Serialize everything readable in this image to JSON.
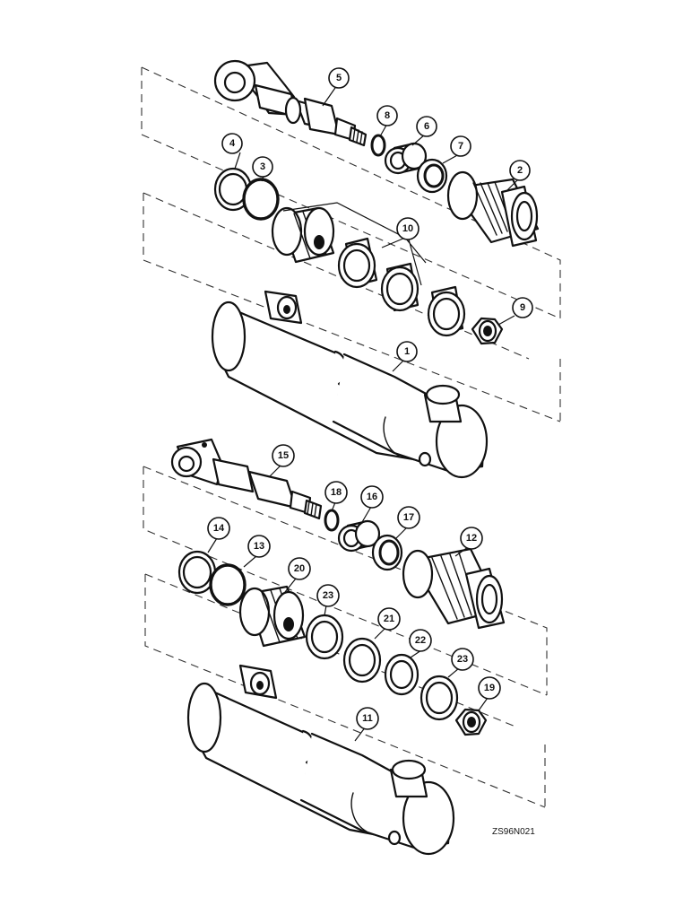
{
  "figure_code": "ZS96N021",
  "callouts": [
    "1",
    "2",
    "3",
    "4",
    "5",
    "6",
    "7",
    "8",
    "9",
    "10",
    "11",
    "12",
    "13",
    "14",
    "15",
    "16",
    "17",
    "18",
    "19",
    "20",
    "21",
    "22",
    "23",
    "23"
  ]
}
